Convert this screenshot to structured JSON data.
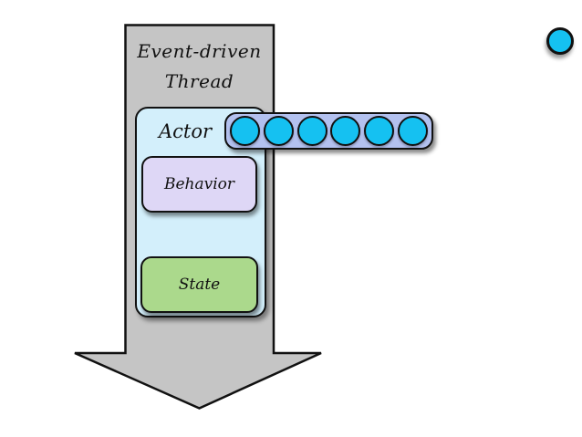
{
  "thread": {
    "title_line1": "Event-driven",
    "title_line2": "Thread"
  },
  "actor": {
    "label": "Actor",
    "behavior_label": "Behavior",
    "state_label": "State"
  },
  "queue": {
    "messages": [
      "message",
      "message",
      "message",
      "message",
      "message",
      "message"
    ]
  },
  "incoming_message": {
    "icon": "message-circle"
  },
  "colors": {
    "thread_arrow_fill": "#c5c5c5",
    "actor_fill": "#d3effb",
    "behavior_fill": "#ded7f6",
    "state_fill": "#abd98c",
    "queue_fill": "#b3c1ef",
    "message_fill": "#15c1f1",
    "outline": "#111111"
  }
}
